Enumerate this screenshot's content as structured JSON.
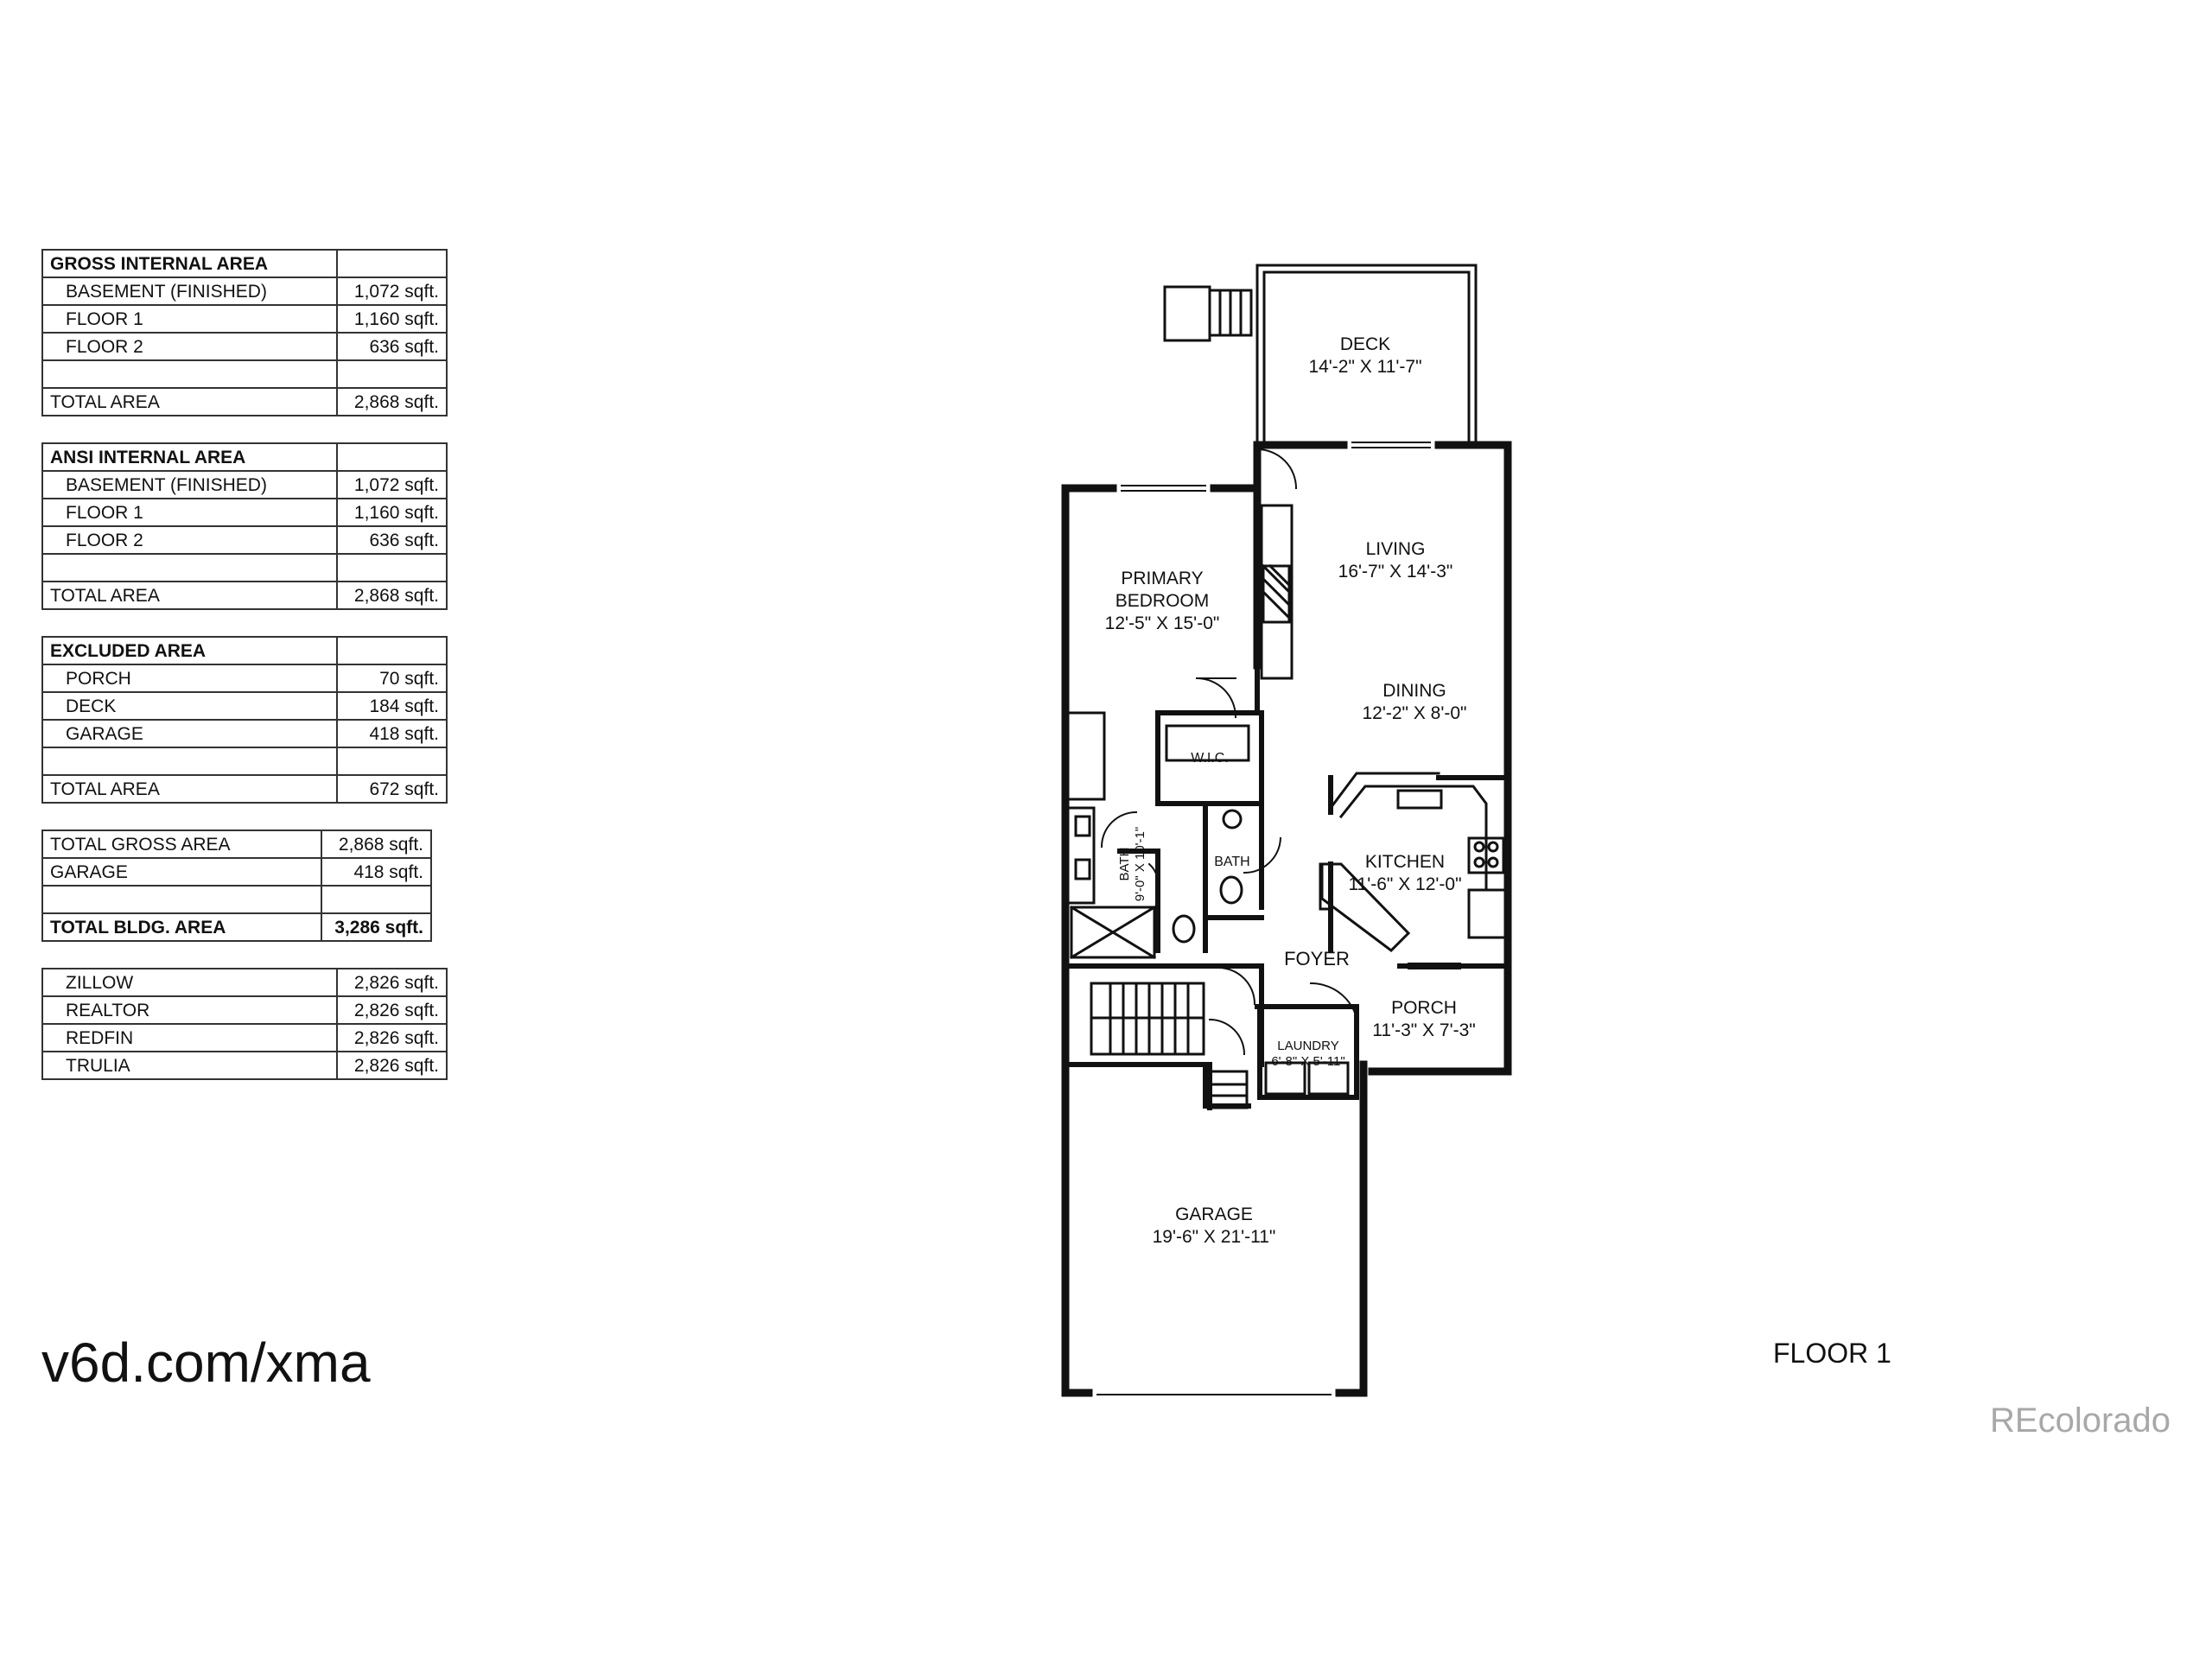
{
  "tables": {
    "gross": {
      "header": "GROSS INTERNAL AREA",
      "rows": [
        {
          "label": "BASEMENT (FINISHED)",
          "value": "1,072 sqft."
        },
        {
          "label": "FLOOR 1",
          "value": "1,160 sqft."
        },
        {
          "label": "FLOOR 2",
          "value": "636 sqft."
        },
        {
          "label": "",
          "value": ""
        },
        {
          "label": "TOTAL AREA",
          "value": "2,868 sqft."
        }
      ]
    },
    "ansi": {
      "header": "ANSI INTERNAL AREA",
      "rows": [
        {
          "label": "BASEMENT (FINISHED)",
          "value": "1,072 sqft."
        },
        {
          "label": "FLOOR 1",
          "value": "1,160 sqft."
        },
        {
          "label": "FLOOR 2",
          "value": "636 sqft."
        },
        {
          "label": "",
          "value": ""
        },
        {
          "label": "TOTAL AREA",
          "value": "2,868 sqft."
        }
      ]
    },
    "excluded": {
      "header": "EXCLUDED AREA",
      "rows": [
        {
          "label": "PORCH",
          "value": "70 sqft."
        },
        {
          "label": "DECK",
          "value": "184 sqft."
        },
        {
          "label": "GARAGE",
          "value": "418 sqft."
        },
        {
          "label": "",
          "value": ""
        },
        {
          "label": "TOTAL AREA",
          "value": "672 sqft."
        }
      ]
    },
    "totals": {
      "rows": [
        {
          "label": "TOTAL GROSS AREA",
          "value": "2,868 sqft."
        },
        {
          "label": "GARAGE",
          "value": "418 sqft."
        },
        {
          "label": "",
          "value": ""
        },
        {
          "label": "TOTAL BLDG. AREA",
          "value": "3,286 sqft."
        }
      ]
    },
    "portals": {
      "rows": [
        {
          "label": "ZILLOW",
          "value": "2,826 sqft."
        },
        {
          "label": "REALTOR",
          "value": "2,826 sqft."
        },
        {
          "label": "REDFIN",
          "value": "2,826 sqft."
        },
        {
          "label": "TRULIA",
          "value": "2,826 sqft."
        }
      ]
    }
  },
  "website": "v6d.com/xma",
  "floor_label": "FLOOR 1",
  "watermark": "REcolorado",
  "rooms": {
    "deck": {
      "name": "DECK",
      "dims": "14'-2\" X 11'-7\""
    },
    "living": {
      "name": "LIVING",
      "dims": "16'-7\" X 14'-3\""
    },
    "primary": {
      "name1": "PRIMARY",
      "name2": "BEDROOM",
      "dims": "12'-5\" X 15'-0\""
    },
    "dining": {
      "name": "DINING",
      "dims": "12'-2\" X 8'-0\""
    },
    "wic": {
      "name": "W.I.C."
    },
    "bath1": {
      "name": "BATH",
      "dims": "9'-0\" X 10'-1\""
    },
    "bath2": {
      "name": "BATH"
    },
    "kitchen": {
      "name": "KITCHEN",
      "dims": "11'-6\" X 12'-0\""
    },
    "foyer": {
      "name": "FOYER"
    },
    "porch": {
      "name": "PORCH",
      "dims": "11'-3\" X 7'-3\""
    },
    "laundry": {
      "name": "LAUNDRY",
      "dims": "6'-8\" X 5'-11\""
    },
    "garage": {
      "name": "GARAGE",
      "dims": "19'-6\" X 21'-11\""
    }
  }
}
